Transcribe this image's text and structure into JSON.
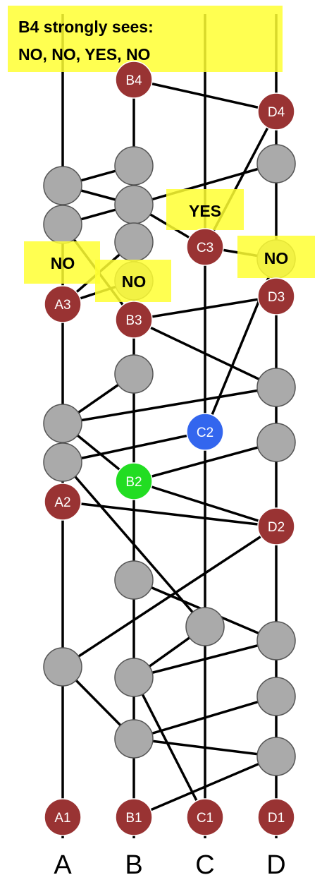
{
  "title_box": {
    "line1": "B4 strongly sees:",
    "line2": "NO, NO, YES, NO"
  },
  "columns": [
    "A",
    "B",
    "C",
    "D"
  ],
  "callouts": {
    "yes_c3": "YES",
    "no_a3": "NO",
    "no_b3": "NO",
    "no_d3": "NO"
  },
  "named_events": {
    "A1": "A1",
    "A2": "A2",
    "A3": "A3",
    "B1": "B1",
    "B2": "B2",
    "B3": "B3",
    "B4": "B4",
    "C1": "C1",
    "C2": "C2",
    "C3": "C3",
    "D1": "D1",
    "D2": "D2",
    "D3": "D3",
    "D4": "D4"
  },
  "colors": {
    "famous_witness": "#993333",
    "c2_blue": "#3366ee",
    "b2_green": "#22dd22",
    "plain_event": "#aaaaaa",
    "highlight": "#ffff33",
    "edge": "#000000"
  }
}
